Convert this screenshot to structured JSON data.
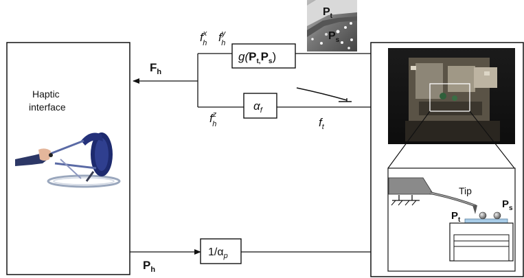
{
  "haptic": {
    "line1": "Haptic",
    "line2": "interface"
  },
  "signals": {
    "Fh": "F",
    "Fh_sub": "h",
    "Ph": "P",
    "Ph_sub": "h",
    "fhx": "f",
    "fhx_sub": "h",
    "fhx_sup": "x",
    "fhy": "f",
    "fhy_sub": "h",
    "fhy_sup": "y",
    "fhz": "f",
    "fhz_sub": "h",
    "fhz_sup": "z",
    "ft": "f",
    "ft_sub": "t"
  },
  "blocks": {
    "g_prefix": "g(",
    "g_Pt": "P",
    "g_Pt_sub": "t,",
    "g_Ps": "P",
    "g_Ps_sub": "s",
    "g_suffix": ")",
    "alpha": "α",
    "alpha_sub": "f",
    "inv_prefix": "1/α",
    "inv_sub": "p"
  },
  "image_labels": {
    "Pt": "P",
    "Pt_sub": "t",
    "Ps": "P",
    "Ps_sub": "s"
  },
  "inset": {
    "tip": "Tip",
    "Pt": "P",
    "Pt_sub": "t",
    "Ps": "P",
    "Ps_sub": "s"
  },
  "colors": {
    "line": "#111111",
    "substrate": "#a8cce8",
    "cantilever": "#8a8a8a"
  }
}
